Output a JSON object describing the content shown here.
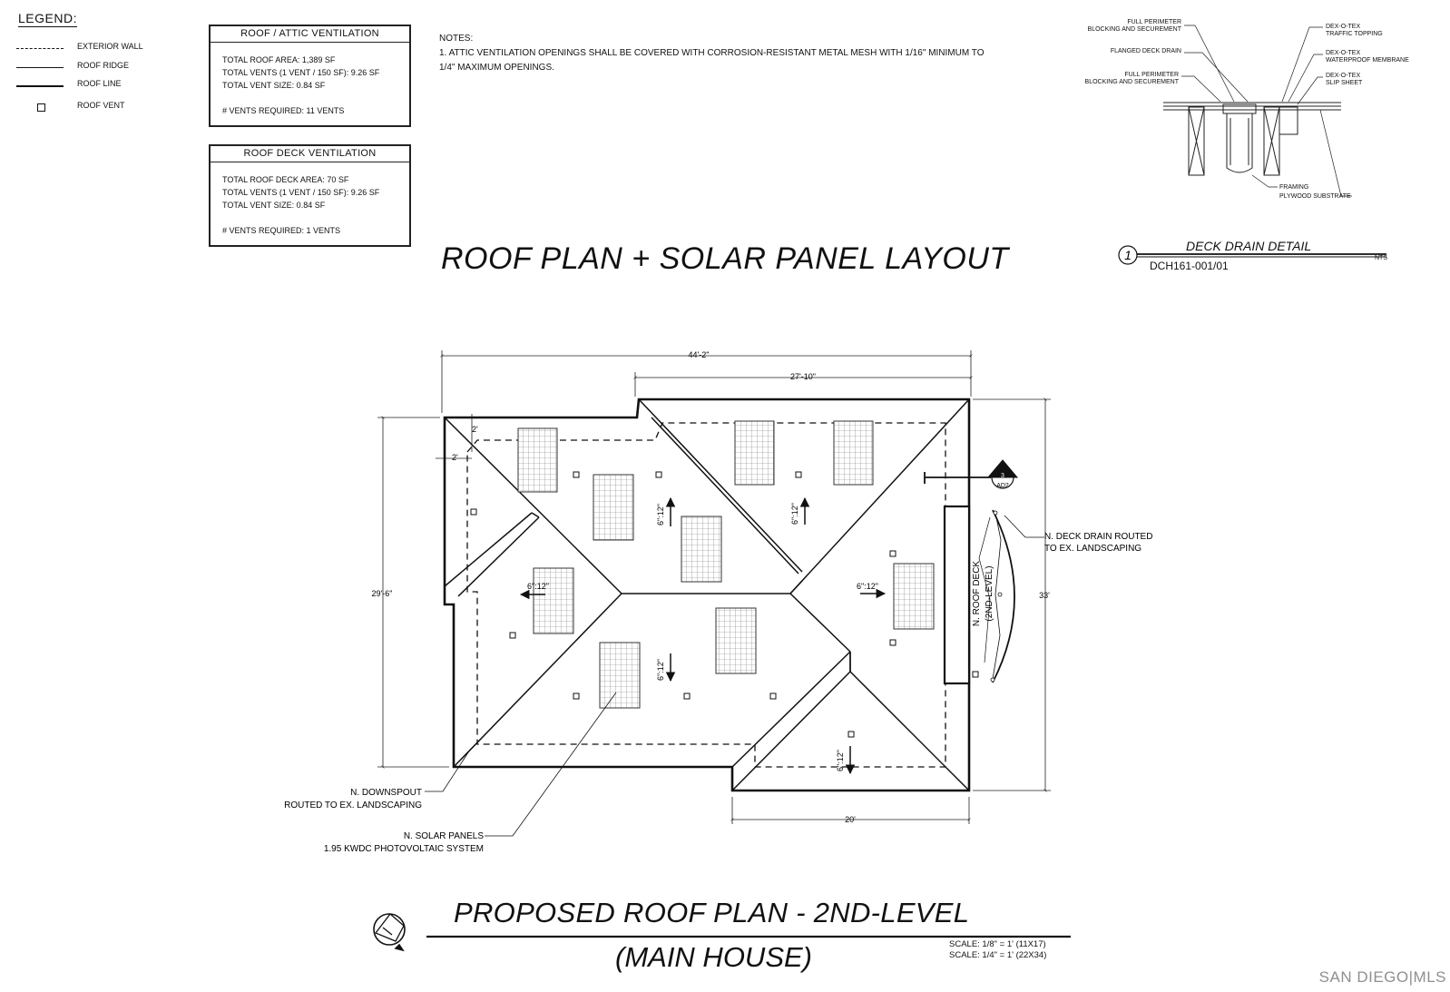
{
  "legend": {
    "title": "LEGEND:",
    "items": [
      {
        "label": "EXTERIOR WALL",
        "symbol": "dashed-line"
      },
      {
        "label": "ROOF RIDGE",
        "symbol": "solid-line"
      },
      {
        "label": "ROOF LINE",
        "symbol": "bold-line"
      },
      {
        "label": "ROOF VENT",
        "symbol": "small-square"
      }
    ]
  },
  "attic_ventilation": {
    "header": "ROOF / ATTIC VENTILATION",
    "lines": [
      "TOTAL ROOF  AREA: 1,389 SF",
      "TOTAL  VENTS (1 VENT / 150 SF): 9.26 SF",
      "TOTAL VENT SIZE: 0.84 SF",
      "# VENTS REQUIRED: 11 VENTS"
    ]
  },
  "deck_ventilation": {
    "header": "ROOF DECK VENTILATION",
    "lines": [
      "TOTAL ROOF DECK  AREA: 70 SF",
      "TOTAL  VENTS (1 VENT / 150 SF): 9.26 SF",
      "TOTAL VENT SIZE: 0.84 SF",
      "# VENTS REQUIRED: 1 VENTS"
    ]
  },
  "notes": {
    "heading": "NOTES:",
    "line1": "1.  ATTIC VENTILATION OPENINGS SHALL BE COVERED WITH CORROSION-RESISTANT METAL MESH WITH 1/16\" MINIMUM TO",
    "line2": "1/4\" MAXIMUM OPENINGS."
  },
  "main_title": "ROOF PLAN + SOLAR PANEL LAYOUT",
  "deck_detail": {
    "labels": {
      "full_perimeter_1": [
        "FULL PERIMETER",
        "BLOCKING AND SECUREMENT"
      ],
      "flanged_drain": "FLANGED DECK DRAIN",
      "full_perimeter_2": [
        "FULL PERIMETER",
        "BLOCKING AND SECUREMENT"
      ],
      "traffic_topping": [
        "DEX-O-TEX",
        "TRAFFIC TOPPING"
      ],
      "membrane": [
        "DEX-O-TEX",
        "WATERPROOF MEMBRANE"
      ],
      "slip_sheet": [
        "DEX-O-TEX",
        "SLIP SHEET"
      ],
      "framing": "FRAMING",
      "plywood": "PLYWOOD SUBSTRATE"
    },
    "number": "1",
    "title": "DECK DRAIN DETAIL",
    "ref": "DCH161-001/01",
    "nts": "NTS"
  },
  "plan": {
    "dim_overall_width": "44'-2\"",
    "dim_upper_width": "27'-10\"",
    "dim_left_height": "29'-6\"",
    "dim_right_height": "33'",
    "dim_bottom_width": "20'",
    "dim_overhang_1": "2'",
    "dim_overhang_2": "2'",
    "pitches": [
      "6\":12\"",
      "6\":12\"",
      "6\":12\"",
      "6\":12\"",
      "6\":12\"",
      "6\":12\""
    ],
    "section_marker": {
      "num": "3",
      "sheet": "AD2"
    },
    "roof_deck_label_1": "N. ROOF DECK",
    "roof_deck_label_2": "(2ND-LEVEL)",
    "deck_drain_note": [
      "N.  DECK  DRAIN ROUTED",
      "TO EX. LANDSCAPING"
    ],
    "downspout_note": [
      "N. DOWNSPOUT",
      "ROUTED TO EX. LANDSCAPING"
    ],
    "solar_note": [
      "N. SOLAR PANELS",
      "1.95 KWDC PHOTOVOLTAIC SYSTEM"
    ]
  },
  "bottom_title": "PROPOSED ROOF PLAN  - 2ND-LEVEL",
  "bottom_subtitle": "(MAIN HOUSE)",
  "scale": [
    "SCALE: 1/8\" = 1' (11X17)",
    "SCALE: 1/4\" = 1' (22X34)"
  ],
  "watermark": "SAN DIEGO|MLS"
}
